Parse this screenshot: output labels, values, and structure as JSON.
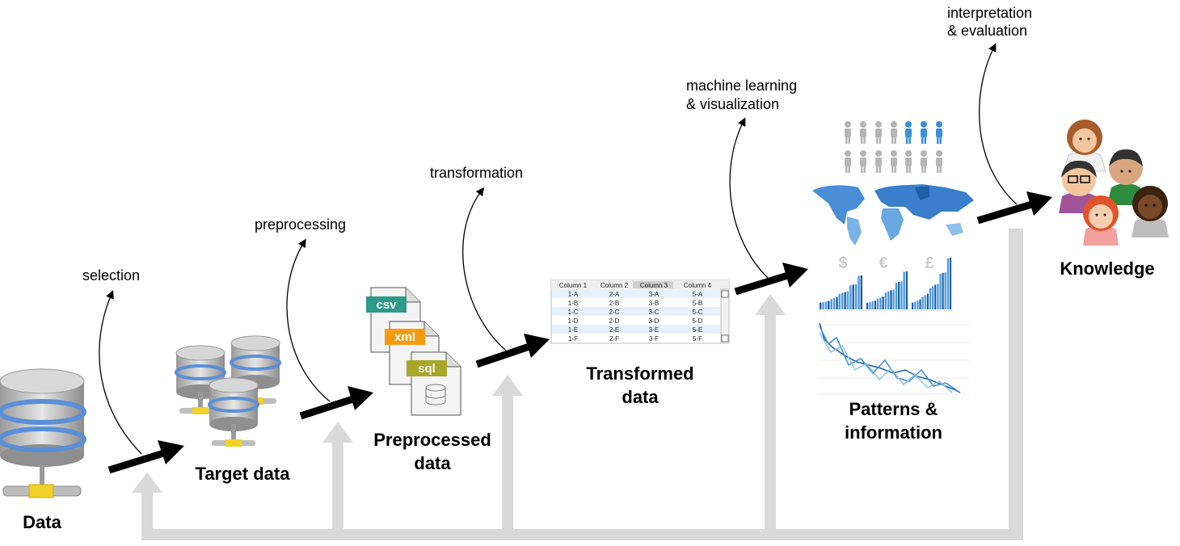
{
  "stages": {
    "data": "Data",
    "target": "Target data",
    "preprocessed": "Preprocessed data",
    "transformed": "Transformed data",
    "patterns": "Patterns & information",
    "knowledge": "Knowledge"
  },
  "steps": {
    "selection": "selection",
    "preprocessing": "preprocessing",
    "transformation": "transformation",
    "ml_line1": "machine learning",
    "ml_line2": "& visualization",
    "interp_line1": "interpretation",
    "interp_line2": "& evaluation"
  },
  "file_tags": {
    "csv": "csv",
    "xml": "xml",
    "sql": "sql"
  },
  "table": {
    "headers": [
      "Column 1",
      "Column 2",
      "Column 3",
      "Column 4"
    ],
    "rows": [
      [
        "1-A",
        "2-A",
        "3-A",
        "5-A"
      ],
      [
        "1-B",
        "2-B",
        "3-B",
        "5-B"
      ],
      [
        "1-C",
        "2-C",
        "3-C",
        "5-C"
      ],
      [
        "1-D",
        "2-D",
        "3-D",
        "5-D"
      ],
      [
        "1-E",
        "2-E",
        "3-E",
        "5-E"
      ],
      [
        "1-F",
        "2-F",
        "3-F",
        "5-F"
      ]
    ]
  },
  "currency": {
    "dollar": "$",
    "euro": "€",
    "pound": "£"
  },
  "colors": {
    "feedback": "#d9d9d9",
    "arrow": "#000000",
    "db_blue": "#5b8fd6",
    "csv": "#2e9a8a",
    "xml": "#f39c12",
    "sql": "#a7a72a",
    "accent_blue": "#3a8fd6"
  }
}
